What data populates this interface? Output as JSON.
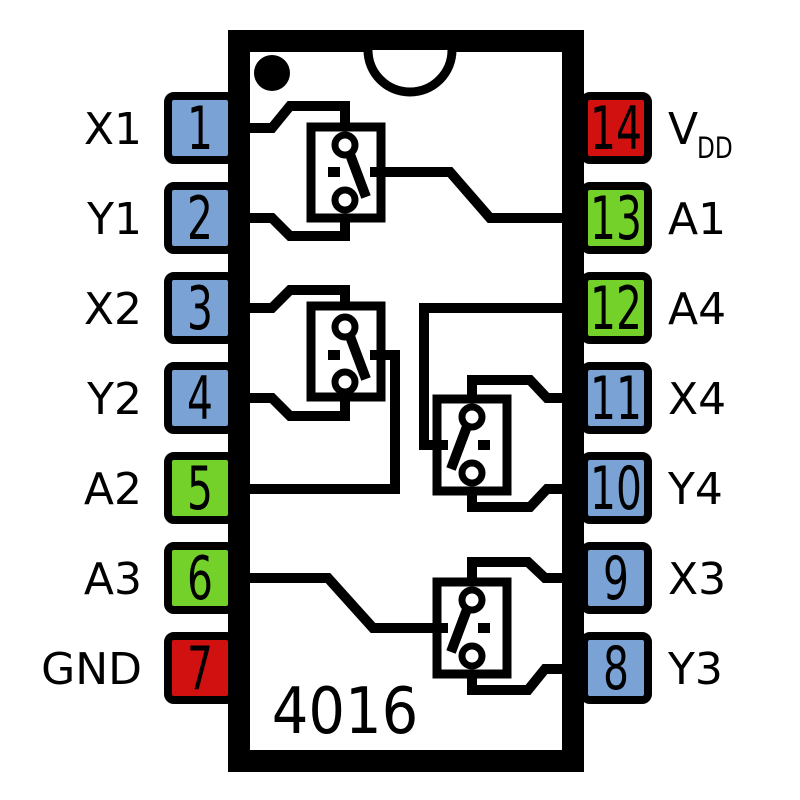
{
  "chip": {
    "part_number": "4016"
  },
  "palette": {
    "io_blue": "#7aa2d4",
    "control_green": "#74d12a",
    "power_red": "#d11010",
    "outline": "#000000",
    "background": "#ffffff"
  },
  "pins": {
    "left": [
      {
        "number": "1",
        "label": "X1",
        "color": "#7aa2d4"
      },
      {
        "number": "2",
        "label": "Y1",
        "color": "#7aa2d4"
      },
      {
        "number": "3",
        "label": "X2",
        "color": "#7aa2d4"
      },
      {
        "number": "4",
        "label": "Y2",
        "color": "#7aa2d4"
      },
      {
        "number": "5",
        "label": "A2",
        "color": "#74d12a"
      },
      {
        "number": "6",
        "label": "A3",
        "color": "#74d12a"
      },
      {
        "number": "7",
        "label": "GND",
        "color": "#d11010"
      }
    ],
    "right": [
      {
        "number": "14",
        "label_main": "V",
        "label_sub": "DD",
        "color": "#d11010"
      },
      {
        "number": "13",
        "label": "A1",
        "color": "#74d12a"
      },
      {
        "number": "12",
        "label": "A4",
        "color": "#74d12a"
      },
      {
        "number": "11",
        "label": "X4",
        "color": "#7aa2d4"
      },
      {
        "number": "10",
        "label": "Y4",
        "color": "#7aa2d4"
      },
      {
        "number": "9",
        "label": "X3",
        "color": "#7aa2d4"
      },
      {
        "number": "8",
        "label": "Y3",
        "color": "#7aa2d4"
      }
    ]
  }
}
